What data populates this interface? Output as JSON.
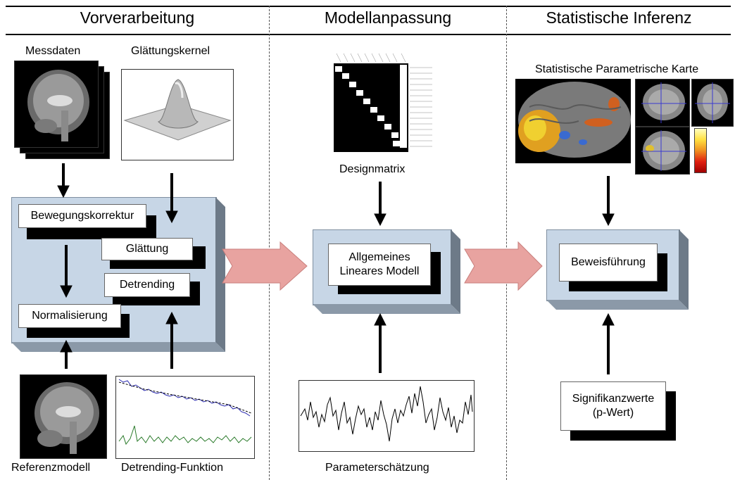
{
  "headers": {
    "preprocessing": "Vorverarbeitung",
    "model_fitting": "Modellanpassung",
    "inference": "Statistische Inferenz"
  },
  "preprocessing": {
    "measured_data_label": "Messdaten",
    "smoothing_kernel_label": "Glättungskernel",
    "motion_correction": "Bewegungskorrektur",
    "smoothing": "Glättung",
    "detrending": "Detrending",
    "normalization": "Normalisierung",
    "reference_model_label": "Referenzmodell",
    "detrending_function_label": "Detrending-Funktion"
  },
  "model": {
    "design_matrix_label": "Designmatrix",
    "glm_line1": "Allgemeines",
    "glm_line2": "Lineares Modell",
    "parameter_estimation_label": "Parameterschätzung"
  },
  "inference": {
    "spm_label": "Statistische Parametrische Karte",
    "evidence": "Beweisführung",
    "significance_line1": "Signifikanzwerte",
    "significance_line2": "(p-Wert)"
  },
  "colors": {
    "panel": "#c7d6e6",
    "flow_arrow": "#e8a3a0",
    "shadow": "#000000"
  }
}
